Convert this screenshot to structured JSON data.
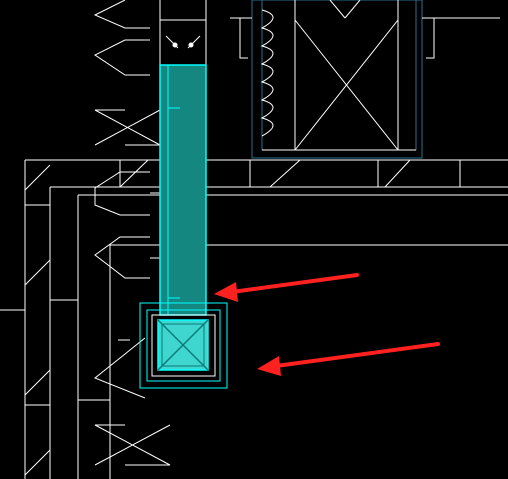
{
  "app": {
    "kind": "CAD drawing viewport",
    "background_color": "#000000"
  },
  "colors": {
    "linework": "#ffffff",
    "steel_blue": "#2a6f8f",
    "selection_cyan": "#00ffff",
    "selection_fill": "#138780",
    "box_fill": "#3fd6d0",
    "annotation_red": "#ff2020"
  },
  "annotations": [
    {
      "icon": "arrow-left-icon",
      "target": "selected-column-edge"
    },
    {
      "icon": "arrow-left-icon",
      "target": "selected-base-box"
    }
  ]
}
